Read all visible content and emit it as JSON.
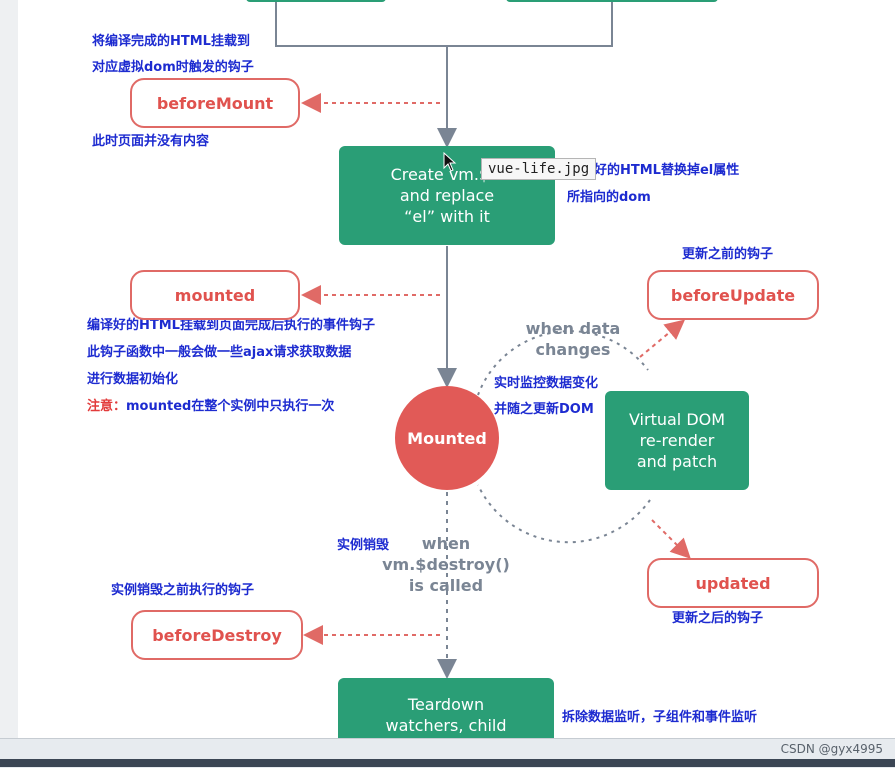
{
  "colors": {
    "green": "#2a9e76",
    "red": "#e15a57",
    "blue_text": "#1d2bd0",
    "gray": "#7a8594"
  },
  "tooltip": "vue-life.jpg",
  "hooks": {
    "before_mount": "beforeMount",
    "mounted": "mounted",
    "before_update": "beforeUpdate",
    "updated": "updated",
    "before_destroy": "beforeDestroy"
  },
  "boxes": {
    "create_vm": [
      "Create vm.$el",
      "and replace",
      "“el” with it"
    ],
    "virtual_dom": [
      "Virtual DOM",
      "re-render",
      "and patch"
    ],
    "teardown": [
      "Teardown",
      "watchers, child"
    ]
  },
  "mounted_circle": "Mounted",
  "labels": {
    "when_data_changes": [
      "when data",
      "changes"
    ],
    "when_destroy": [
      "when",
      "vm.$destroy()",
      "is called"
    ]
  },
  "notes": {
    "before_mount_desc_1": "将编译完成的HTML挂载到",
    "before_mount_desc_2": "对应虚拟dom时触发的钩子",
    "before_mount_desc_3": "此时页面并没有内容",
    "replace_desc_1": "将编译好的HTML替换掉el属性",
    "replace_desc_2": "所指向的dom",
    "mounted_desc_1": "编译好的HTML挂载到页面完成后执行的事件钩子",
    "mounted_desc_2": "此钩子函数中一般会做一些ajax请求获取数据",
    "mounted_desc_3": "进行数据初始化",
    "mounted_note_label": "注意：",
    "mounted_note_text": "mounted在整个实例中只执行一次",
    "before_update_desc": "更新之前的钩子",
    "watch_desc_1": "实时监控数据变化",
    "watch_desc_2": "并随之更新DOM",
    "updated_desc": "更新之后的钩子",
    "destroy_desc": "实例销毁",
    "before_destroy_desc": "实例销毁之前执行的钩子",
    "teardown_desc": "拆除数据监听，子组件和事件监听"
  },
  "watermark": "CSDN @gyx4995"
}
